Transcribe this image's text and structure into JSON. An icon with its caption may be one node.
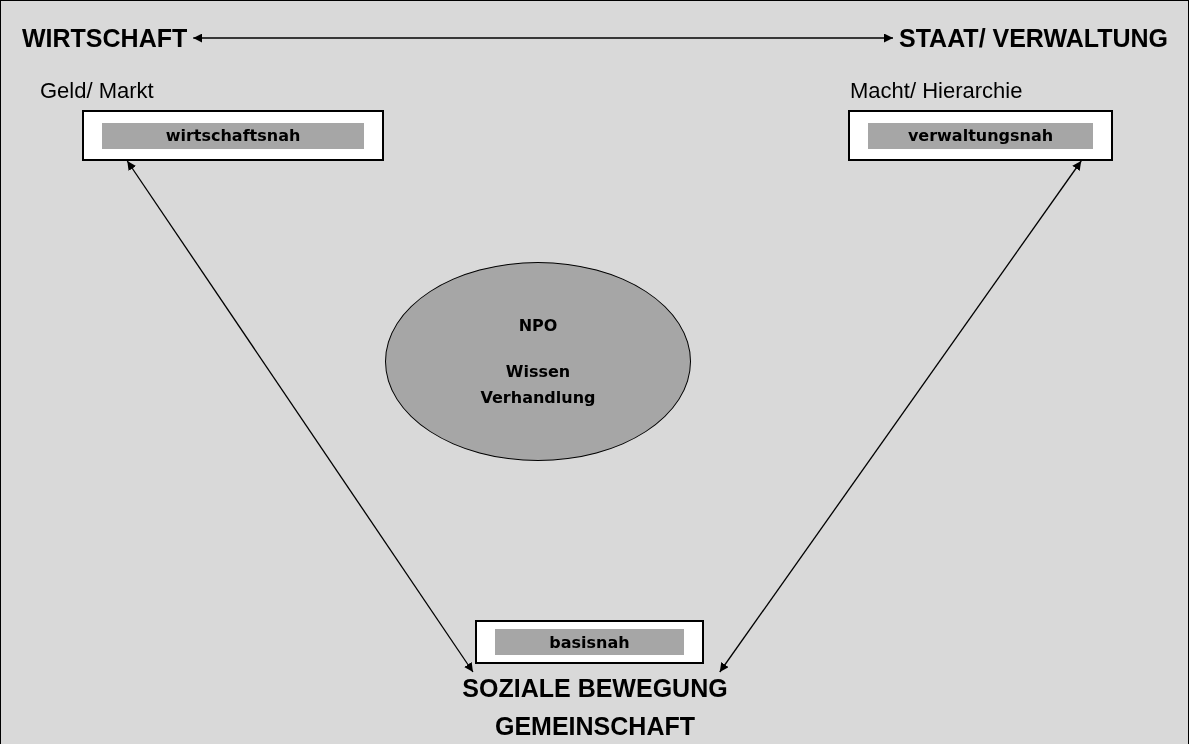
{
  "diagram": {
    "nodes": [
      {
        "text": [
          "WIRTSCHAFT"
        ]
      },
      {
        "text": [
          "STAAT/ VERWALTUNG"
        ]
      },
      {
        "text": [
          "wirtschaftsnah"
        ]
      },
      {
        "text": [
          "verwaltungsnah"
        ]
      },
      {
        "text": [
          "NPO",
          "Wissen Verhandlung"
        ]
      },
      {
        "text": [
          "basisnah"
        ]
      },
      {
        "text": [
          "SOZIALE BEWEGUNG"
        ]
      }
    ],
    "edges": [
      {
        "from": 0,
        "to": 1,
        "arrow": "both"
      },
      {
        "from": 2,
        "to": 6,
        "arrow": "both"
      },
      {
        "from": 3,
        "to": 6,
        "arrow": "both"
      }
    ],
    "labels": [
      "Geld/ Markt",
      "Macht/ Hierarchie",
      "GEMEINSCHAFT"
    ]
  }
}
